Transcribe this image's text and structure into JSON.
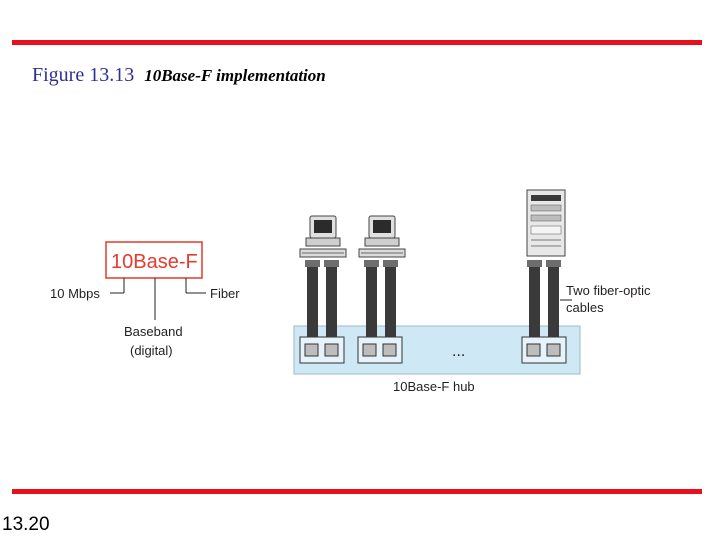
{
  "title": {
    "number": "Figure 13.13",
    "caption": "10Base-F implementation"
  },
  "page_number": "13.20",
  "legend": {
    "box_text": "10Base-F",
    "speed_label": "10 Mbps",
    "medium_label": "Fiber",
    "signal_label_line1": "Baseband",
    "signal_label_line2": "(digital)"
  },
  "network": {
    "hub_label": "10Base-F  hub",
    "ellipsis": "...",
    "cables_label_line1": "Two fiber-optic",
    "cables_label_line2": "cables"
  },
  "colors": {
    "accent_red": "#e8101c",
    "title_blue": "#2e3192",
    "hub_fill": "#cfe8f5",
    "box_border": "#e63b2e",
    "cable": "#3a3a3a"
  }
}
